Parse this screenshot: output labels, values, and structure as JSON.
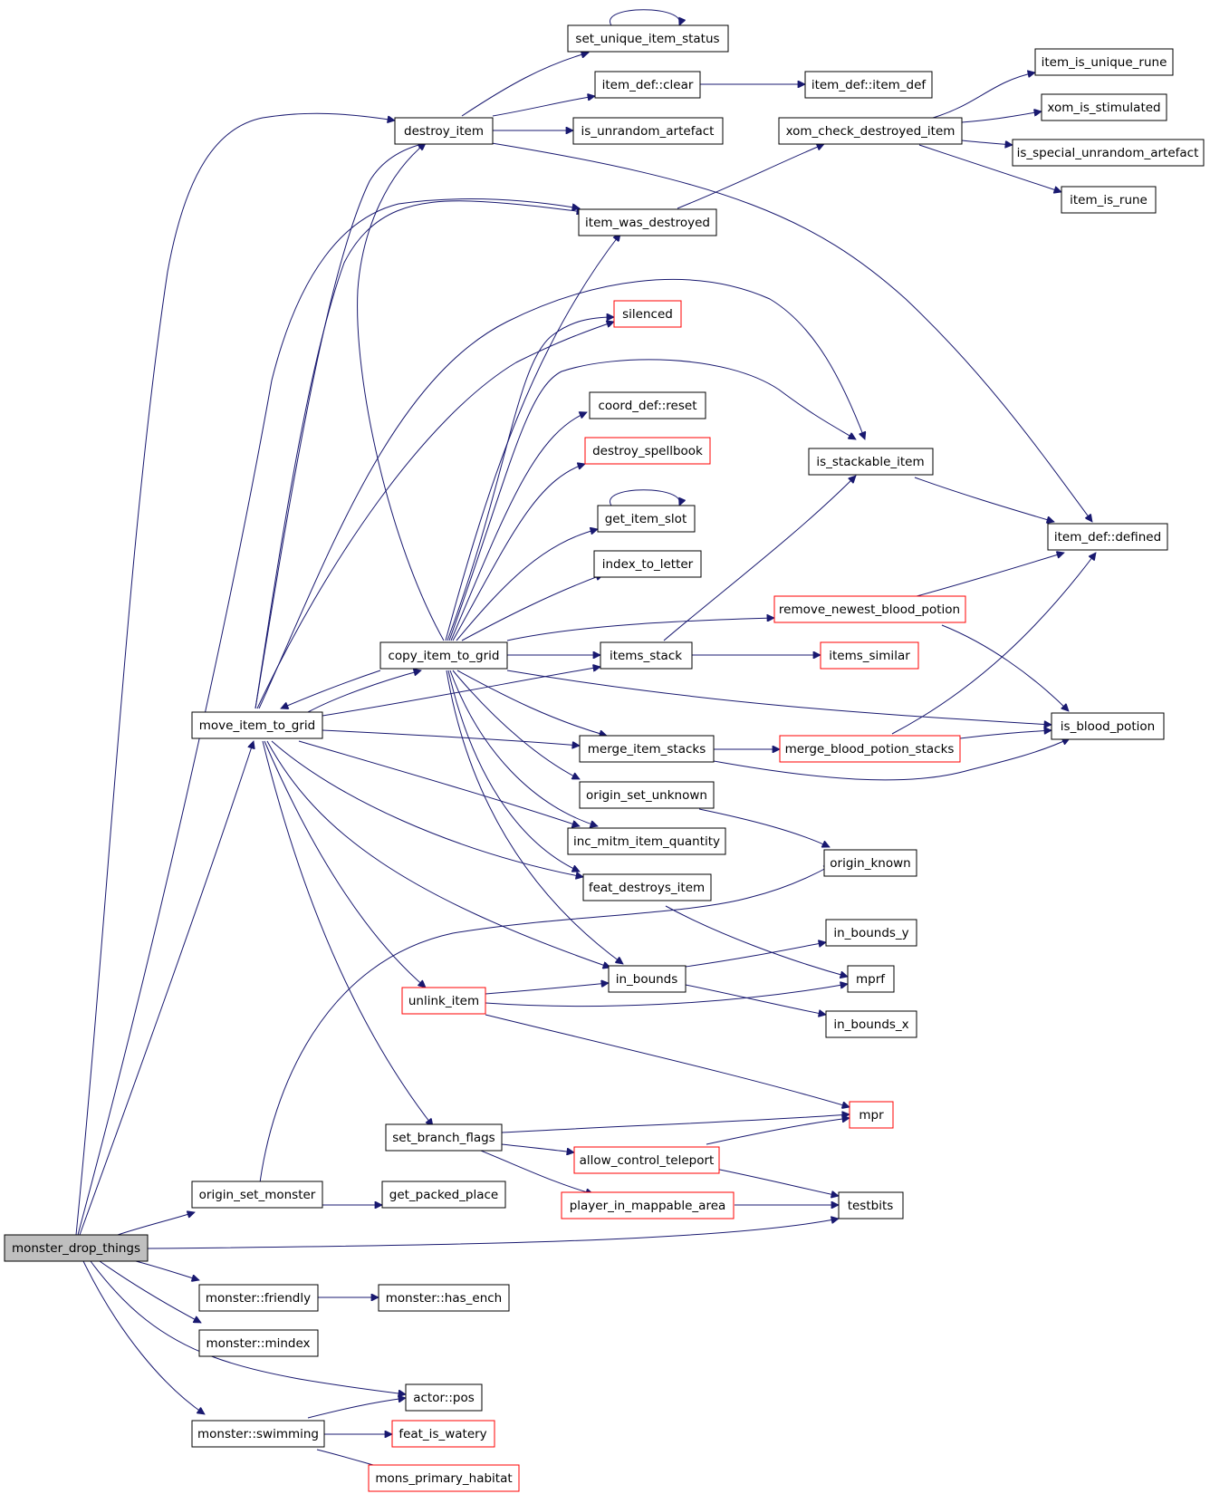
{
  "colors": {
    "edge": "#191970",
    "border": "#000000",
    "border_red": "#ff0000",
    "root_fill": "#bfbfbf"
  },
  "nodes": [
    {
      "id": "monster_drop_things",
      "label": "monster_drop_things",
      "style": "root"
    },
    {
      "id": "destroy_item",
      "label": "destroy_item",
      "style": "black"
    },
    {
      "id": "set_unique_item_status",
      "label": "set_unique_item_status",
      "style": "black"
    },
    {
      "id": "item_def_clear",
      "label": "item_def::clear",
      "style": "black"
    },
    {
      "id": "item_def_item_def",
      "label": "item_def::item_def",
      "style": "black"
    },
    {
      "id": "is_unrandom_artefact",
      "label": "is_unrandom_artefact",
      "style": "black"
    },
    {
      "id": "xom_check_destroyed_item",
      "label": "xom_check_destroyed_item",
      "style": "black"
    },
    {
      "id": "item_is_unique_rune",
      "label": "item_is_unique_rune",
      "style": "black"
    },
    {
      "id": "xom_is_stimulated",
      "label": "xom_is_stimulated",
      "style": "black"
    },
    {
      "id": "is_special_unrandom_artefact",
      "label": "is_special_unrandom_artefact",
      "style": "black"
    },
    {
      "id": "item_is_rune",
      "label": "item_is_rune",
      "style": "black"
    },
    {
      "id": "item_was_destroyed",
      "label": "item_was_destroyed",
      "style": "black"
    },
    {
      "id": "silenced",
      "label": "silenced",
      "style": "red"
    },
    {
      "id": "coord_def_reset",
      "label": "coord_def::reset",
      "style": "black"
    },
    {
      "id": "destroy_spellbook",
      "label": "destroy_spellbook",
      "style": "red"
    },
    {
      "id": "is_stackable_item",
      "label": "is_stackable_item",
      "style": "black"
    },
    {
      "id": "get_item_slot",
      "label": "get_item_slot",
      "style": "black"
    },
    {
      "id": "item_def_defined",
      "label": "item_def::defined",
      "style": "black"
    },
    {
      "id": "index_to_letter",
      "label": "index_to_letter",
      "style": "black"
    },
    {
      "id": "remove_newest_blood_potion",
      "label": "remove_newest_blood_potion",
      "style": "red"
    },
    {
      "id": "copy_item_to_grid",
      "label": "copy_item_to_grid",
      "style": "black"
    },
    {
      "id": "items_stack",
      "label": "items_stack",
      "style": "black"
    },
    {
      "id": "items_similar",
      "label": "items_similar",
      "style": "red"
    },
    {
      "id": "move_item_to_grid",
      "label": "move_item_to_grid",
      "style": "black"
    },
    {
      "id": "merge_item_stacks",
      "label": "merge_item_stacks",
      "style": "black"
    },
    {
      "id": "merge_blood_potion_stacks",
      "label": "merge_blood_potion_stacks",
      "style": "red"
    },
    {
      "id": "is_blood_potion",
      "label": "is_blood_potion",
      "style": "black"
    },
    {
      "id": "origin_set_unknown",
      "label": "origin_set_unknown",
      "style": "black"
    },
    {
      "id": "inc_mitm_item_quantity",
      "label": "inc_mitm_item_quantity",
      "style": "black"
    },
    {
      "id": "origin_known",
      "label": "origin_known",
      "style": "black"
    },
    {
      "id": "feat_destroys_item",
      "label": "feat_destroys_item",
      "style": "black"
    },
    {
      "id": "in_bounds_y",
      "label": "in_bounds_y",
      "style": "black"
    },
    {
      "id": "in_bounds",
      "label": "in_bounds",
      "style": "black"
    },
    {
      "id": "mprf",
      "label": "mprf",
      "style": "black"
    },
    {
      "id": "unlink_item",
      "label": "unlink_item",
      "style": "red"
    },
    {
      "id": "in_bounds_x",
      "label": "in_bounds_x",
      "style": "black"
    },
    {
      "id": "mpr",
      "label": "mpr",
      "style": "red"
    },
    {
      "id": "set_branch_flags",
      "label": "set_branch_flags",
      "style": "black"
    },
    {
      "id": "allow_control_teleport",
      "label": "allow_control_teleport",
      "style": "red"
    },
    {
      "id": "origin_set_monster",
      "label": "origin_set_monster",
      "style": "black"
    },
    {
      "id": "get_packed_place",
      "label": "get_packed_place",
      "style": "black"
    },
    {
      "id": "player_in_mappable_area",
      "label": "player_in_mappable_area",
      "style": "red"
    },
    {
      "id": "testbits",
      "label": "testbits",
      "style": "black"
    },
    {
      "id": "monster_friendly",
      "label": "monster::friendly",
      "style": "black"
    },
    {
      "id": "monster_has_ench",
      "label": "monster::has_ench",
      "style": "black"
    },
    {
      "id": "monster_mindex",
      "label": "monster::mindex",
      "style": "black"
    },
    {
      "id": "actor_pos",
      "label": "actor::pos",
      "style": "black"
    },
    {
      "id": "monster_swimming",
      "label": "monster::swimming",
      "style": "black"
    },
    {
      "id": "feat_is_watery",
      "label": "feat_is_watery",
      "style": "red"
    },
    {
      "id": "mons_primary_habitat",
      "label": "mons_primary_habitat",
      "style": "red"
    }
  ]
}
